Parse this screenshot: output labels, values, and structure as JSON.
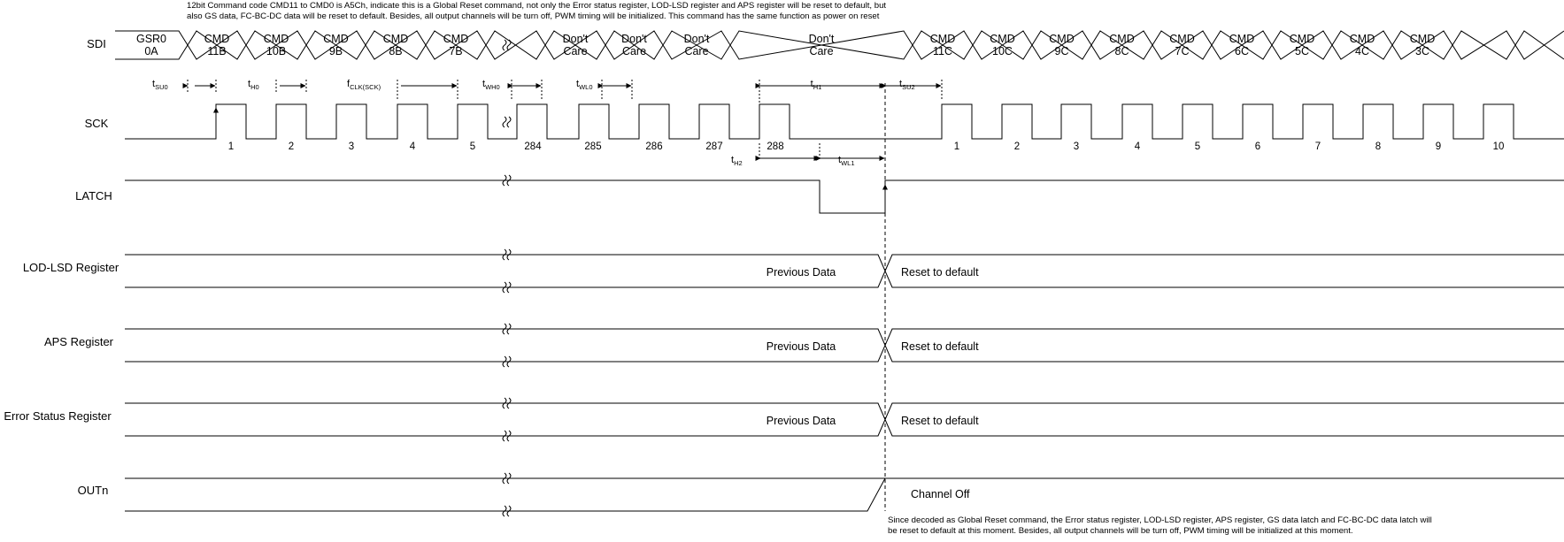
{
  "notes": {
    "top": "12bit Command code CMD11 to CMD0 is A5Ch, indicate this is a Global Reset command, not only the Error status register, LOD-LSD register and APS register will be reset to default, but\nalso GS data, FC-BC-DC data will be reset to default. Besides, all output channels will be turn off, PWM timing will be initialized.  This  command has the same function as power on reset",
    "bottom": "Since decoded as Global Reset command, the Error status register, LOD-LSD register, APS register, GS data latch and FC-BC-DC data latch will\nbe reset to default at this moment. Besides, all output channels will be turn off, PWM timing will be initialized at this moment."
  },
  "signals": [
    "SDI",
    "SCK",
    "LATCH",
    "LOD-LSD Register",
    "APS Register",
    "Error Status Register",
    "OUTn"
  ],
  "sdi_cells": [
    [
      "GSR0",
      "0A"
    ],
    [
      "CMD",
      "11B"
    ],
    [
      "CMD",
      "10B"
    ],
    [
      "CMD",
      "9B"
    ],
    [
      "CMD",
      "8B"
    ],
    [
      "CMD",
      "7B"
    ],
    [
      "",
      ""
    ],
    [
      "Don't",
      "Care"
    ],
    [
      "Don't",
      "Care"
    ],
    [
      "Don't",
      "Care"
    ],
    [
      "Don't",
      "Care"
    ],
    [
      "CMD",
      "11C"
    ],
    [
      "CMD",
      "10C"
    ],
    [
      "CMD",
      "9C"
    ],
    [
      "CMD",
      "8C"
    ],
    [
      "CMD",
      "7C"
    ],
    [
      "CMD",
      "6C"
    ],
    [
      "CMD",
      "5C"
    ],
    [
      "CMD",
      "4C"
    ],
    [
      "CMD",
      "3C"
    ],
    [
      "",
      ""
    ],
    [
      "",
      ""
    ]
  ],
  "sck_pulse_numbers_before": [
    "1",
    "2",
    "3",
    "4",
    "5",
    "284",
    "285",
    "286",
    "287",
    "288"
  ],
  "sck_pulse_numbers_after": [
    "1",
    "2",
    "3",
    "4",
    "5",
    "6",
    "7",
    "8",
    "9",
    "10"
  ],
  "timings": [
    {
      "main": "t",
      "sub": "SU0"
    },
    {
      "main": "t",
      "sub": "H0"
    },
    {
      "main": "f",
      "sub": "CLK(SCK)"
    },
    {
      "main": "t",
      "sub": "WH0"
    },
    {
      "main": "t",
      "sub": "WL0"
    },
    {
      "main": "t",
      "sub": "H1"
    },
    {
      "main": "t",
      "sub": "SU2"
    },
    {
      "main": "t",
      "sub": "H2"
    },
    {
      "main": "t",
      "sub": "WL1"
    }
  ],
  "register_labels": {
    "previous": "Previous Data",
    "reset": "Reset to default"
  },
  "outn_label": "Channel Off"
}
